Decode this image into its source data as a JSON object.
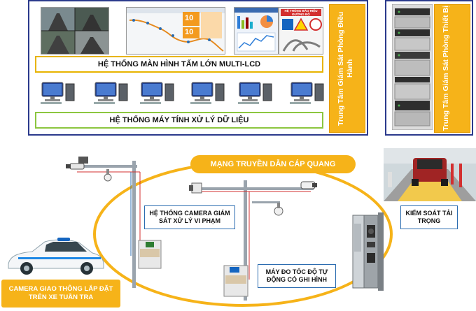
{
  "control_room": {
    "multi_lcd_label": "HỆ THỐNG MÀN HÌNH TẤM LỚN MULTI-LCD",
    "data_pc_label": "HỆ THỐNG MÁY TÍNH XỬ LÝ DỮ LIỆU",
    "side_title": "Trung Tâm Giám Sát Phòng Điều Hành",
    "screen_digits": [
      "10",
      "10"
    ],
    "warning_sign": "HỆ THỐNG BÁO HIỆU ĐƯỜNG BỘ"
  },
  "equipment_room": {
    "side_title": "Trung Tâm Giám Sát Phòng Thiết Bị"
  },
  "network": {
    "fiber_label": "MẠNG TRUYỀN DẪN  CÁP QUANG"
  },
  "field": {
    "camera_system_label": "HỆ THỐNG CAMERA GIÁM SÁT XỬ LÝ VI PHẠM",
    "speed_label": "MÁY ĐO TỐC ĐỘ TỰ ĐỘNG CÓ GHI HÌNH",
    "weigh_label": "KIỂM SOÁT TẢI TRỌNG",
    "patrol_label": "CAMERA GIAO THÔNG LẮP ĐẶT TRÊN XE TUẦN TRA"
  },
  "colors": {
    "frame_blue": "#2b3a8c",
    "accent_orange": "#f6b319",
    "lcd_yellow": "#e8b400",
    "pc_green": "#8cc63f"
  }
}
